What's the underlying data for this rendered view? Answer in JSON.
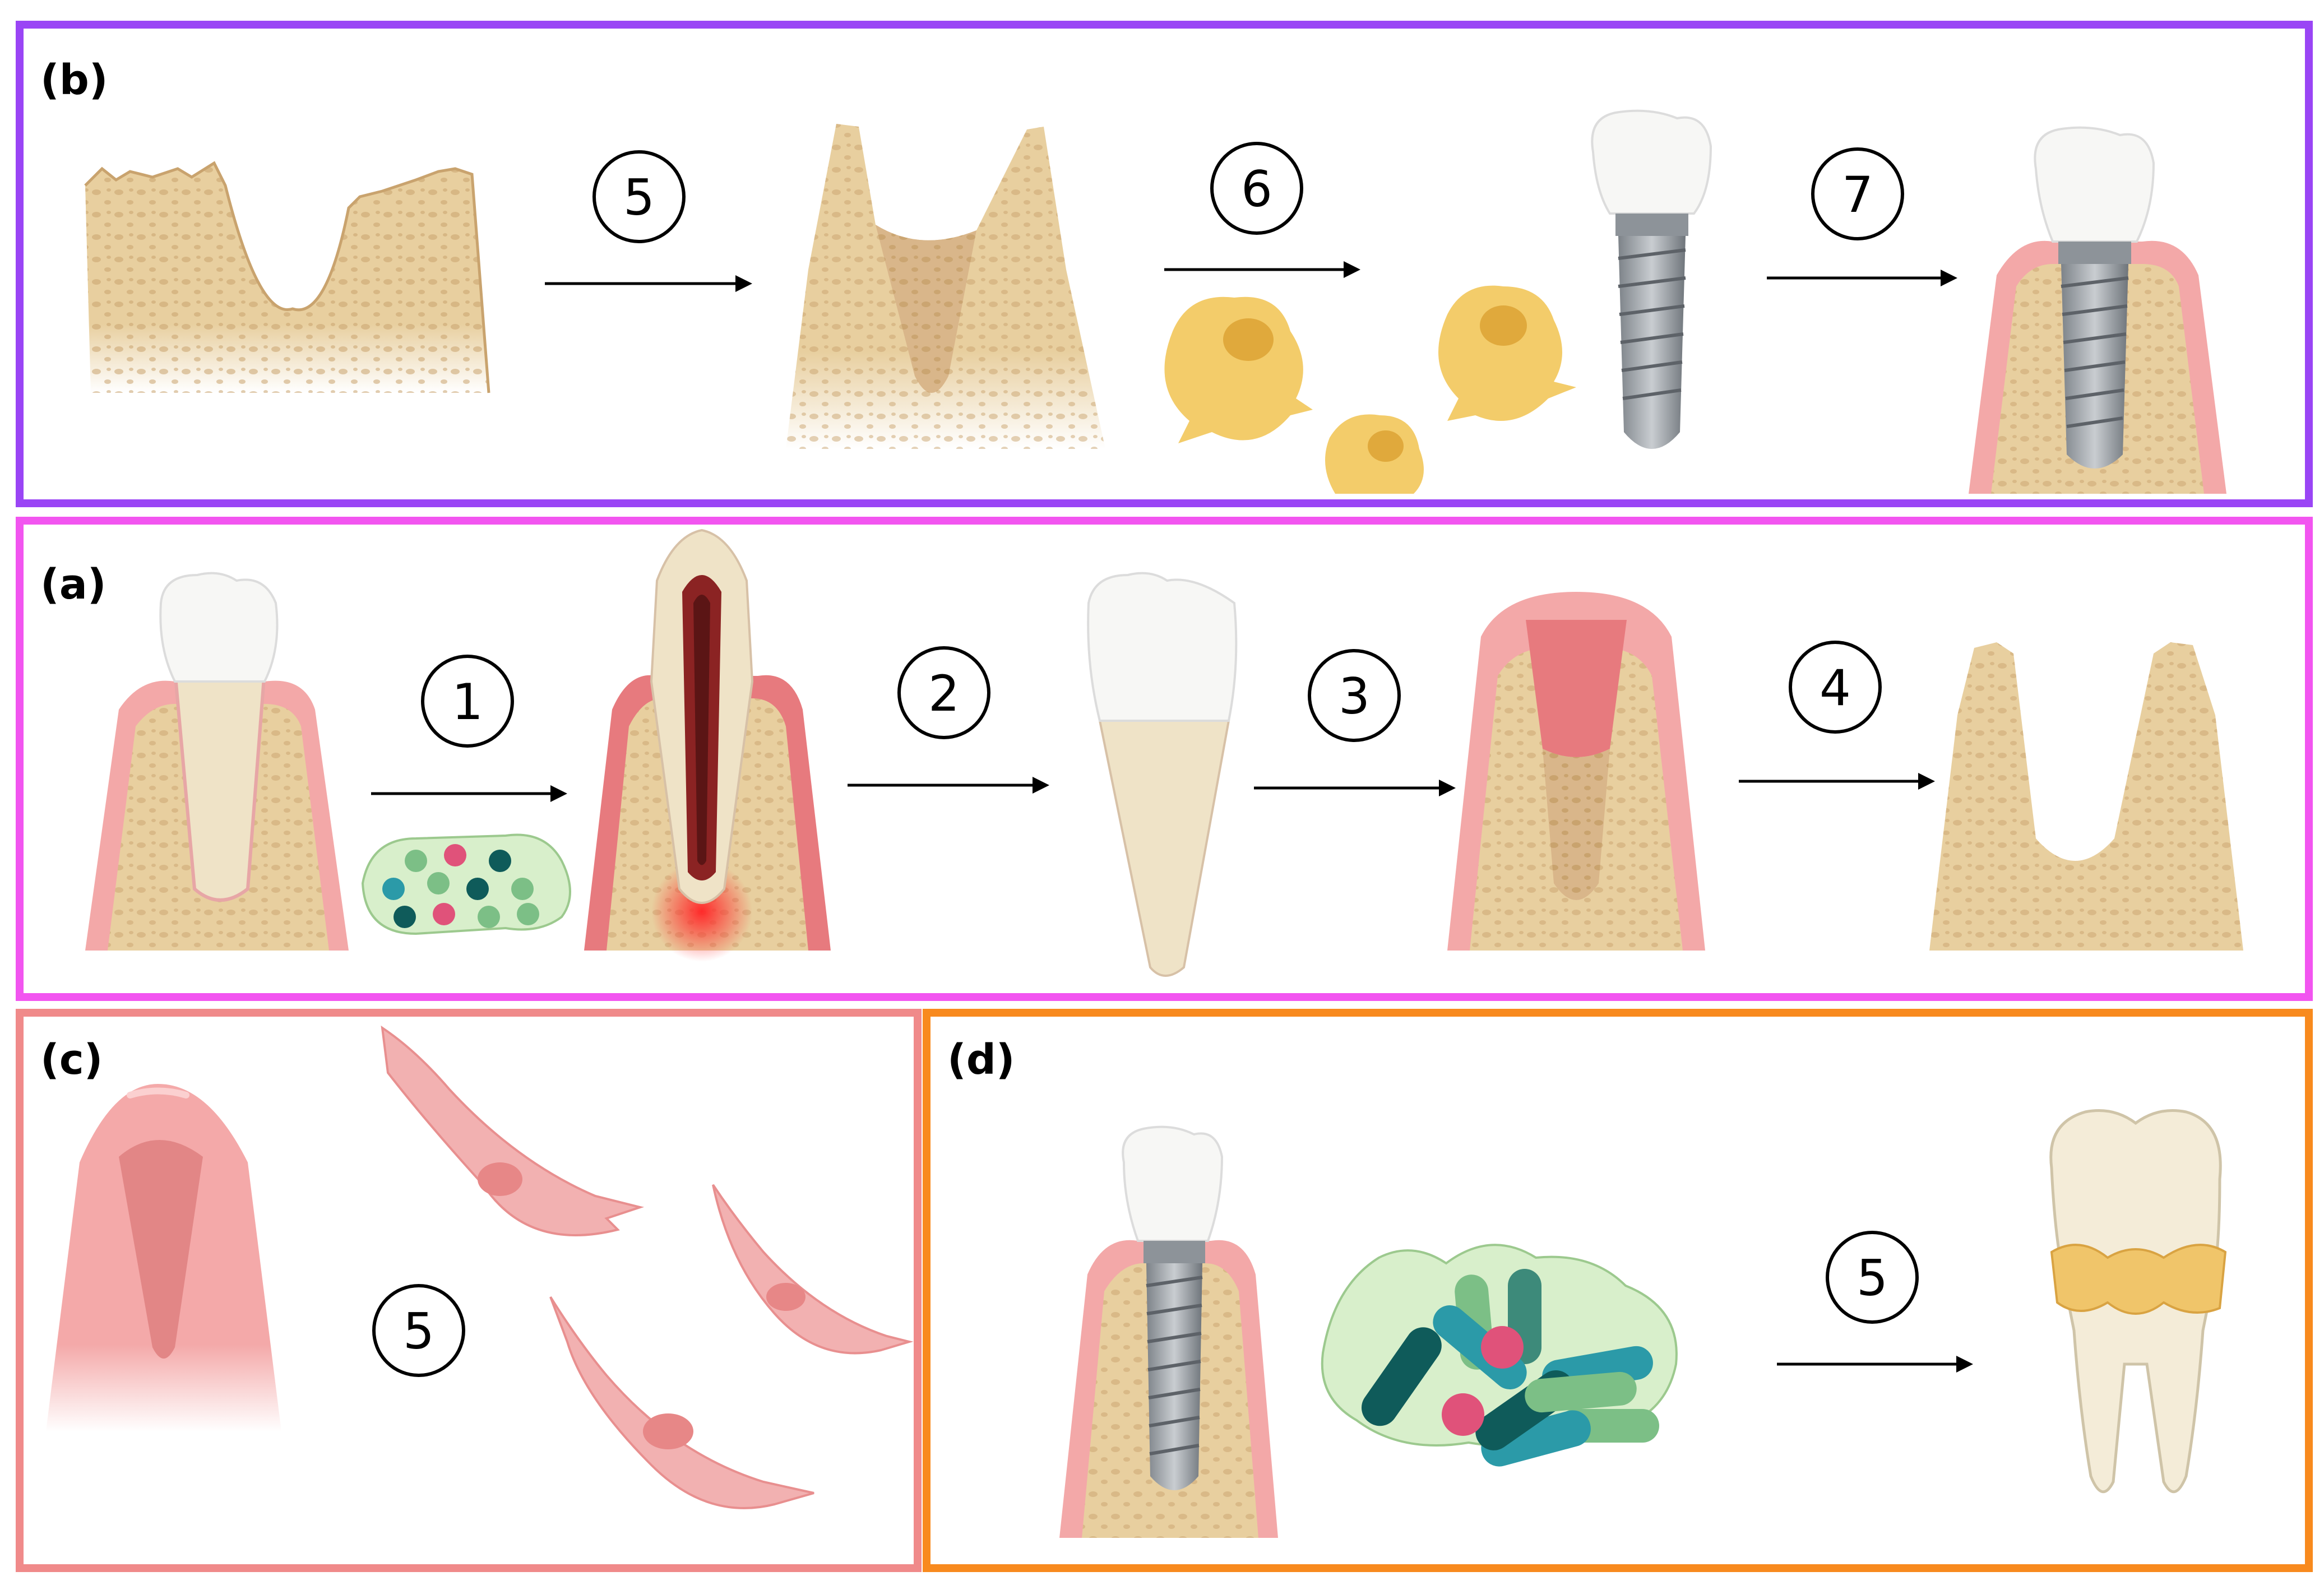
{
  "panels": {
    "b": {
      "label": "(b)",
      "border_color": "#9a45f5"
    },
    "a": {
      "label": "(a)",
      "border_color": "#f255f0"
    },
    "c": {
      "label": "(c)",
      "border_color": "#f08a8a"
    },
    "d": {
      "label": "(d)",
      "border_color": "#f88a1e"
    }
  },
  "steps": {
    "s1": "1",
    "s2": "2",
    "s3": "3",
    "s4": "4",
    "s5_b": "5",
    "s6": "6",
    "s7": "7",
    "s5_c": "5",
    "s5_d": "5"
  },
  "palette": {
    "bone": "#e8cf9f",
    "bone_spots": "#c9a36e",
    "gum": "#f3a8a8",
    "gum_edge": "#e77a7e",
    "enamel": "#f7f7f5",
    "root": "#efe3c7",
    "implant": "#9aa0a6",
    "osteoblast": "#f3cc6a",
    "fibroblast": "#f2b1b1",
    "bacteria_dark": "#0f5b5a",
    "bacteria_teal": "#2b9aa8",
    "bacteria_green": "#7cbf86",
    "bacteria_pink": "#e0527a",
    "biofilm": "#d8efcb"
  }
}
